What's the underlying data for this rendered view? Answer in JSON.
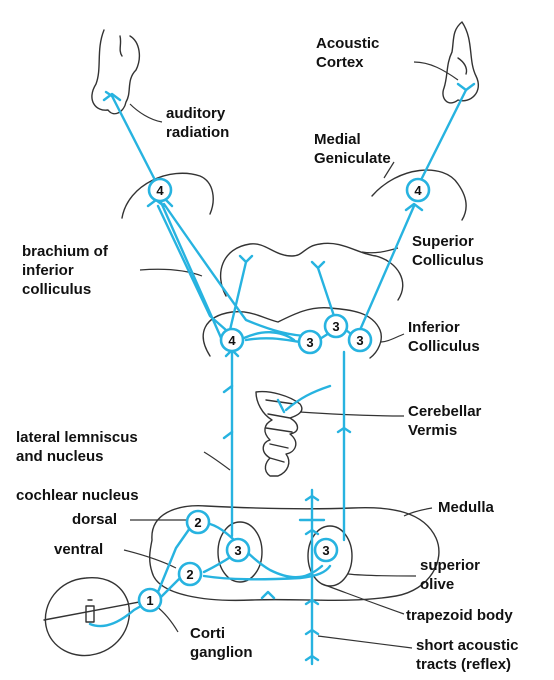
{
  "colors": {
    "pathway": "#27b3e0",
    "outline": "#333333",
    "text": "#111111"
  },
  "labels": {
    "acoustic_cortex": "Acoustic\nCortex",
    "auditory_radiation": "auditory\nradiation",
    "medial_geniculate": "Medial\nGeniculate",
    "brachium": "brachium of\ninferior\ncolliculus",
    "superior_colliculus": "Superior\nColliculus",
    "inferior_colliculus": "Inferior\nColliculus",
    "cerebellar_vermis": "Cerebellar\nVermis",
    "lateral_lemniscus": "lateral lemniscus\nand nucleus",
    "cochlear_nucleus": "cochlear nucleus",
    "dorsal": "dorsal",
    "ventral": "ventral",
    "medulla": "Medulla",
    "superior_olive": "superior\nolive",
    "trapezoid_body": "trapezoid body",
    "corti_ganglion": "Corti\nganglion",
    "short_acoustic_tracts": "short acoustic\ntracts (reflex)"
  },
  "nodes": {
    "mg_left": "4",
    "mg_right": "4",
    "ic_left": "4",
    "ic_mid_a": "3",
    "ic_mid_b": "3",
    "ic_right": "3",
    "cn_dorsal": "2",
    "cn_ventral": "2",
    "so_left": "3",
    "so_right": "3",
    "corti": "1"
  }
}
